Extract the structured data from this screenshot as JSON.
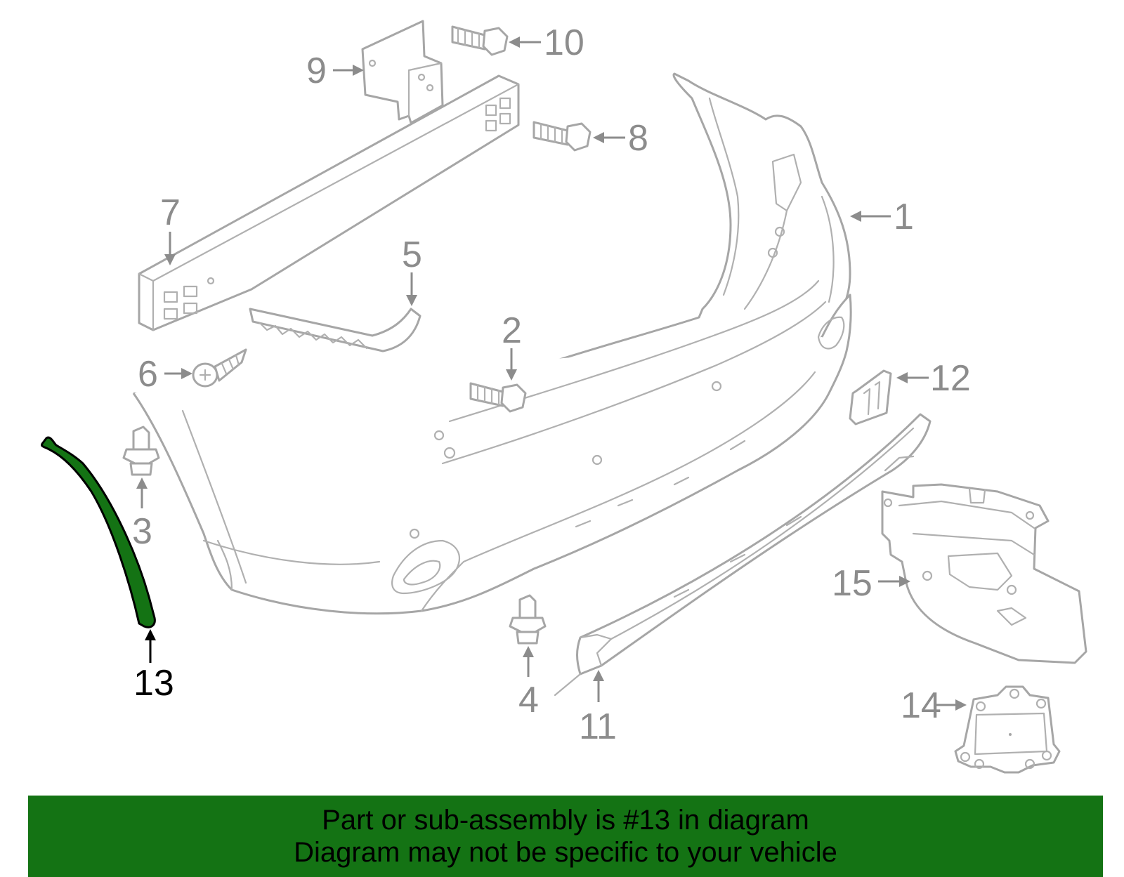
{
  "diagram": {
    "highlight_color": "#147314",
    "highlighted_part": "13",
    "callouts": [
      "1",
      "2",
      "3",
      "4",
      "5",
      "6",
      "7",
      "8",
      "9",
      "10",
      "11",
      "12",
      "13",
      "14",
      "15"
    ]
  },
  "banner": {
    "line1": "Part or sub-assembly is #13 in diagram",
    "line2": "Diagram may not be specific to your vehicle",
    "background": "#147314"
  }
}
